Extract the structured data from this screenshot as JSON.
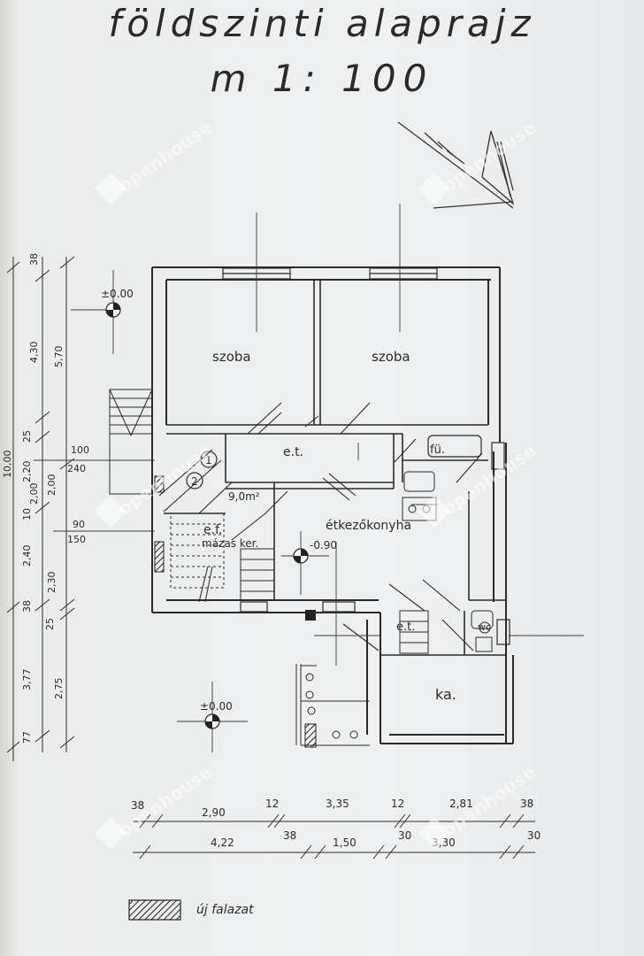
{
  "title": {
    "line1": "földszinti alaprajz",
    "line2": "m 1: 100"
  },
  "rooms": {
    "room_1": "szoba",
    "room_2": "szoba",
    "hall": "e.t.",
    "bath": "fü.",
    "stair_label_1": "1",
    "stair_label_2": "2",
    "area": "9,0m²",
    "entry": "e.f.",
    "heater": "mázas ker.",
    "kitchen": "étkezőkonyha",
    "small_hall": "e.t.",
    "wc": "wc",
    "pantry": "ka."
  },
  "levels": {
    "level_top": "±0.00",
    "level_kitchen": "-0.90",
    "level_bottom": "±0.00"
  },
  "left_dims": {
    "outer_total": "10,00",
    "col1": [
      "38",
      "4,30",
      "25",
      "2,20",
      "2,00",
      "10",
      "2,40",
      "38",
      "3,77",
      "77"
    ],
    "col2": [
      "5,70",
      "2,00",
      "2,30",
      "25",
      "2,75"
    ],
    "openings": [
      {
        "top": "100",
        "bottom": "240"
      },
      {
        "top": "90",
        "bottom": "150"
      }
    ]
  },
  "bottom_dims": {
    "row1": [
      "38",
      "2,90",
      "12",
      "3,35",
      "12",
      "2,81",
      "38"
    ],
    "row2": [
      "4,22",
      "38",
      "1,50",
      "30",
      "3,30",
      "30"
    ]
  },
  "legend": {
    "label": "új falazat"
  },
  "watermark": {
    "text": "openhouse"
  }
}
